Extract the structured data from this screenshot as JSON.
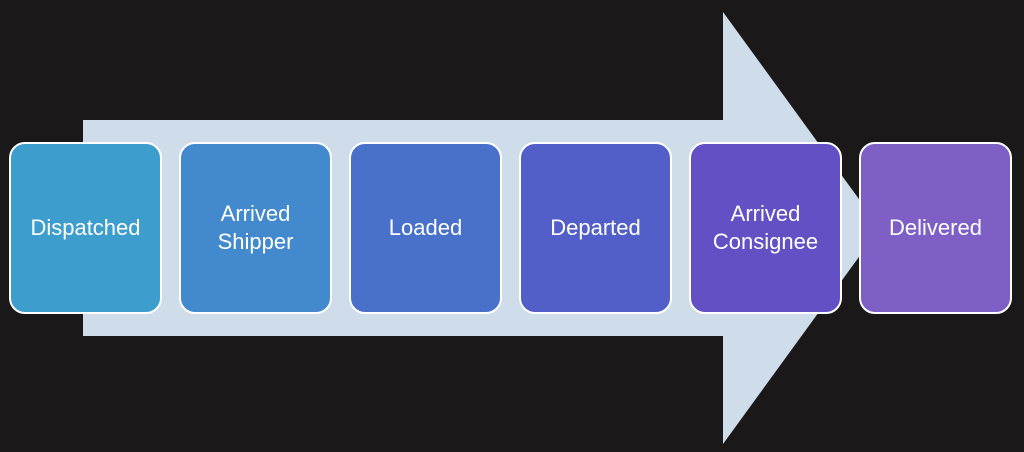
{
  "diagram": {
    "arrow_color": "#cfdcea",
    "steps": [
      {
        "label": "Dispatched",
        "color": "#3d9dcc"
      },
      {
        "label": "Arrived\nShipper",
        "color": "#4289cd"
      },
      {
        "label": "Loaded",
        "color": "#4971ca"
      },
      {
        "label": "Departed",
        "color": "#525fc8"
      },
      {
        "label": "Arrived\nConsignee",
        "color": "#6250c4"
      },
      {
        "label": "Delivered",
        "color": "#7d5fc6"
      }
    ]
  }
}
